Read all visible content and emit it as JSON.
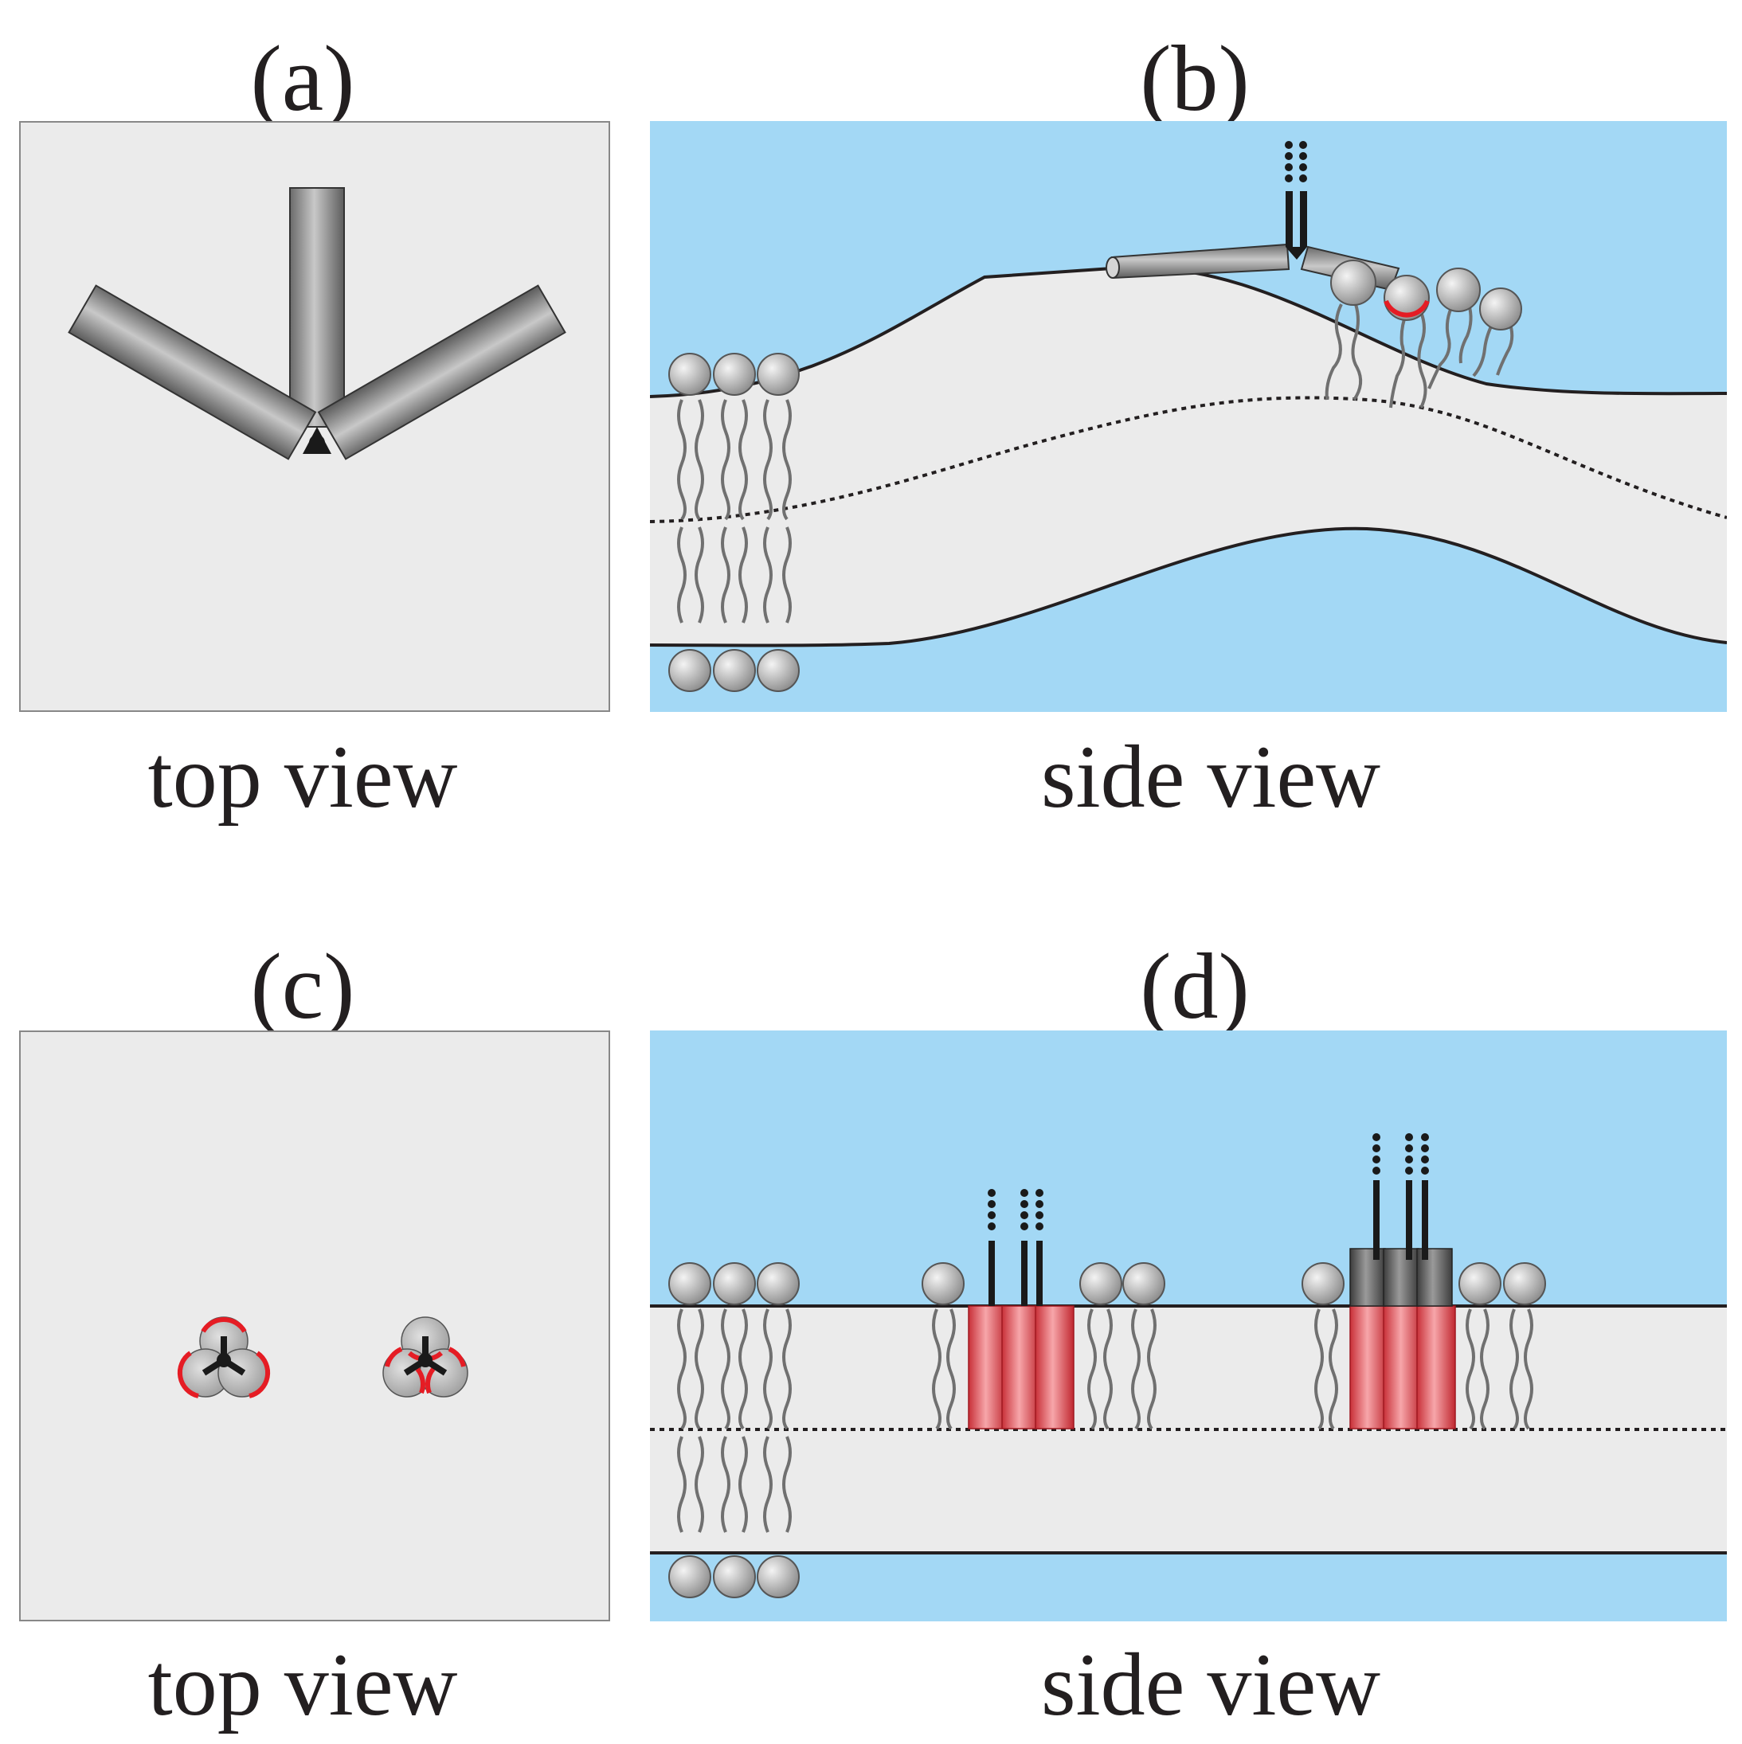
{
  "panels": [
    {
      "id": "a",
      "letter": "(a)",
      "caption": "top view"
    },
    {
      "id": "b",
      "letter": "(b)",
      "caption": "side view"
    },
    {
      "id": "c",
      "letter": "(c)",
      "caption": "top view"
    },
    {
      "id": "d",
      "letter": "(d)",
      "caption": "side view"
    }
  ],
  "colors": {
    "water": "#a3d8f5",
    "membrane": "#ebebeb",
    "rod": "#8a8a8a",
    "lipid_head": "#bdbdbd",
    "tail": "#707070",
    "helix": "#e05258",
    "highlight_ring": "#e51c24",
    "outline": "#231f20"
  }
}
